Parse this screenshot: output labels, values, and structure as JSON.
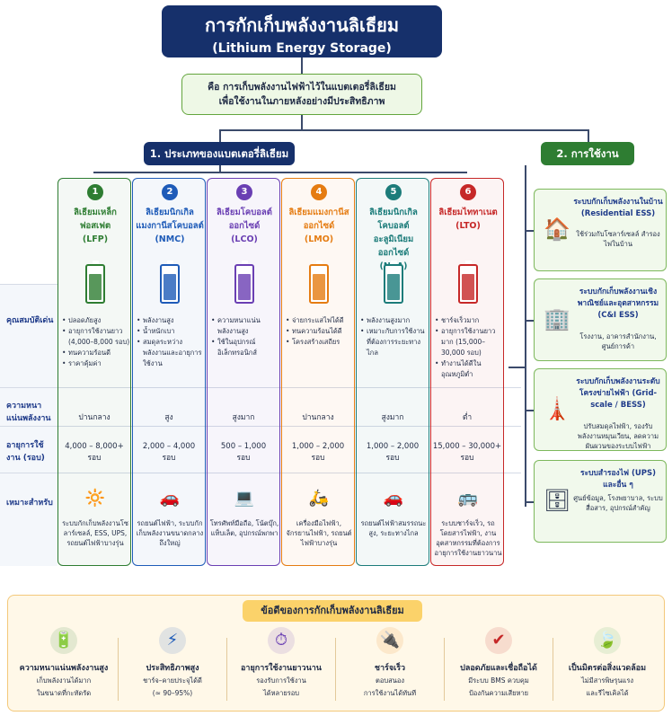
{
  "title": {
    "main": "การกักเก็บพลังงานลิเธียม",
    "sub": "(Lithium Energy Storage)"
  },
  "definition": {
    "line1": "คือ การเก็บพลังงานไฟฟ้าไว้ในแบตเตอรี่ลิเธียม",
    "line2": "เพื่อใช้งานในภายหลังอย่างมีประสิทธิภาพ"
  },
  "section1": "1. ประเภทของแบตเตอรี่ลิเธียม",
  "section2": "2. การใช้งาน",
  "row_labels": {
    "features": "คุณสมบัติเด่น",
    "density": "ความหนาแน่นพลังงาน",
    "lifespan": "อายุการใช้งาน (รอบ)",
    "suitable": "เหมาะสำหรับ"
  },
  "types": [
    {
      "num": "1",
      "name1": "ลิเธียมเหล็ก",
      "name2": "ฟอสเฟต",
      "code": "(LFP)",
      "color": "#2e7d32",
      "features": [
        "ปลอดภัยสูง",
        "อายุการใช้งานยาว (4,000–8,000 รอบ)",
        "ทนความร้อนดี",
        "ราคาคุ้มค่า"
      ],
      "density": "ปานกลาง",
      "lifespan": "4,000 – 8,000+",
      "lifespan_unit": "รอบ",
      "use_icon": "solar-ups-icon",
      "use": "ระบบกักเก็บพลังงานโซลาร์เซลล์, ESS, UPS, รถยนต์ไฟฟ้าบางรุ่น"
    },
    {
      "num": "2",
      "name1": "ลิเธียมนิกเกิล",
      "name2": "แมงกานีสโคบอลต์",
      "code": "(NMC)",
      "color": "#1e5bb8",
      "features": [
        "พลังงานสูง",
        "น้ำหนักเบา",
        "สมดุลระหว่างพลังงานและอายุการใช้งาน"
      ],
      "density": "สูง",
      "lifespan": "2,000 – 4,000",
      "lifespan_unit": "รอบ",
      "use_icon": "car-icon",
      "use": "รถยนต์ไฟฟ้า, ระบบกักเก็บพลังงานขนาดกลางถึงใหญ่"
    },
    {
      "num": "3",
      "name1": "ลิเธียมโคบอลต์",
      "name2": "ออกไซด์",
      "code": "(LCO)",
      "color": "#6a3fb3",
      "features": [
        "ความหนาแน่นพลังงานสูง",
        "ใช้ในอุปกรณ์อิเล็กทรอนิกส์"
      ],
      "density": "สูงมาก",
      "lifespan": "500 – 1,000",
      "lifespan_unit": "รอบ",
      "use_icon": "phone-laptop-icon",
      "use": "โทรศัพท์มือถือ, โน้ตบุ๊ก, แท็บเล็ต, อุปกรณ์พกพา"
    },
    {
      "num": "4",
      "name1": "ลิเธียมแมงกานีส",
      "name2": "ออกไซด์",
      "code": "(LMO)",
      "color": "#e57c12",
      "features": [
        "จ่ายกระแสไฟได้ดี",
        "ทนความร้อนได้ดี",
        "โครงสร้างเสถียร"
      ],
      "density": "ปานกลาง",
      "lifespan": "1,000 – 2,000",
      "lifespan_unit": "รอบ",
      "use_icon": "drill-scooter-icon",
      "use": "เครื่องมือไฟฟ้า, จักรยานไฟฟ้า, รถยนต์ไฟฟ้าบางรุ่น"
    },
    {
      "num": "5",
      "name1": "ลิเธียมนิกเกิล",
      "name2": "โคบอลต์อะลูมิเนียม",
      "name3": "ออกไซด์",
      "code": "(NCA)",
      "color": "#1c7c7a",
      "features": [
        "พลังงานสูงมาก",
        "เหมาะกับการใช้งานที่ต้องการระยะทางไกล"
      ],
      "density": "สูงมาก",
      "lifespan": "1,000 – 2,000",
      "lifespan_unit": "รอบ",
      "use_icon": "car-icon",
      "use": "รถยนต์ไฟฟ้าสมรรถนะสูง, ระยะทางไกล"
    },
    {
      "num": "6",
      "name1": "ลิเธียมไททาเนต",
      "name2": "(LTO)",
      "code": "",
      "color": "#c62828",
      "features": [
        "ชาร์จเร็วมาก",
        "อายุการใช้งานยาวมาก (15,000–30,000 รอบ)",
        "ทำงานได้ดีในอุณหภูมิต่ำ"
      ],
      "density": "ต่ำ",
      "lifespan": "15,000 – 30,000+",
      "lifespan_unit": "รอบ",
      "use_icon": "bus-icon",
      "use": "ระบบชาร์จเร็ว, รถโดยสารไฟฟ้า, งานอุตสาหกรรมที่ต้องการอายุการใช้งานยาวนาน"
    }
  ],
  "applications": [
    {
      "title": "ระบบกักเก็บพลังงานในบ้าน (Residential ESS)",
      "desc": "ใช้ร่วมกับโซลาร์เซลล์ สำรองไฟในบ้าน",
      "icon": "house-solar-icon"
    },
    {
      "title": "ระบบกักเก็บพลังงานเชิงพาณิชย์และอุตสาหกรรม (C&I ESS)",
      "desc": "โรงงาน, อาคารสำนักงาน, ศูนย์การค้า",
      "icon": "building-icon"
    },
    {
      "title": "ระบบกักเก็บพลังงานระดับโครงข่ายไฟฟ้า (Grid-scale / BESS)",
      "desc": "ปรับสมดุลไฟฟ้า, รองรับพลังงานหมุนเวียน, ลดความผันผวนของระบบไฟฟ้า",
      "icon": "power-tower-icon"
    },
    {
      "title": "ระบบสำรองไฟ (UPS) และอื่น ๆ",
      "desc": "ศูนย์ข้อมูล, โรงพยาบาล, ระบบสื่อสาร, อุปกรณ์สำคัญ",
      "icon": "server-rack-icon"
    }
  ],
  "advantages_title": "ข้อดีของการกักเก็บพลังงานลิเธียม",
  "advantages": [
    {
      "h": "ความหนาแน่นพลังงานสูง",
      "d1": "เก็บพลังงานได้มาก",
      "d2": "ในขนาดที่กะทัดรัด",
      "icon": "battery-icon",
      "color": "#2e7d32"
    },
    {
      "h": "ประสิทธิภาพสูง",
      "d1": "ชาร์จ–คายประจุได้ดี",
      "d2": "(≈ 90–95%)",
      "icon": "bolt-icon",
      "color": "#1e5bb8"
    },
    {
      "h": "อายุการใช้งานยาวนาน",
      "d1": "รองรับการใช้งาน",
      "d2": "ได้หลายรอบ",
      "icon": "clock-icon",
      "color": "#6a3fb3"
    },
    {
      "h": "ชาร์จเร็ว",
      "d1": "ตอบสนอง",
      "d2": "การใช้งานได้ทันที",
      "icon": "fast-charge-icon",
      "color": "#e57c12"
    },
    {
      "h": "ปลอดภัยและเชื่อถือได้",
      "d1": "มีระบบ BMS ควบคุม",
      "d2": "ป้องกันความเสียหาย",
      "icon": "shield-icon",
      "color": "#c62828"
    },
    {
      "h": "เป็นมิตรต่อสิ่งแวดล้อม",
      "d1": "ไม่มีสารพิษรุนแรง",
      "d2": "และรีไซเคิลได้",
      "icon": "leaf-icon",
      "color": "#4caf50"
    }
  ]
}
